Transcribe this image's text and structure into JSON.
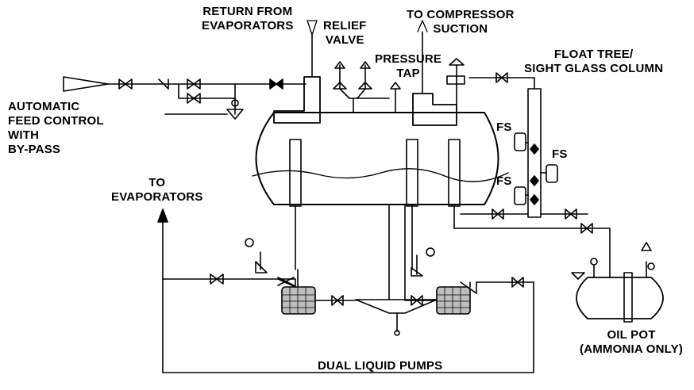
{
  "labels": {
    "return_from_evaporators": [
      "RETURN FROM",
      "EVAPORATORS"
    ],
    "relief_valve": [
      "RELIEF",
      "VALVE"
    ],
    "to_compressor_suction": [
      "TO COMPRESSOR",
      "SUCTION"
    ],
    "pressure_tap": [
      "PRESSURE",
      "TAP"
    ],
    "float_tree": [
      "FLOAT TREE/",
      "SIGHT GLASS COLUMN"
    ],
    "automatic_feed_control": [
      "AUTOMATIC",
      "FEED CONTROL",
      "WITH",
      "BY-PASS"
    ],
    "to_evaporators": [
      "TO",
      "EVAPORATORS"
    ],
    "fs_left_upper": "FS",
    "fs_right": "FS",
    "fs_left_lower": "FS",
    "oil_pot": [
      "OIL POT",
      "(AMMONIA ONLY)"
    ],
    "dual_liquid_pumps": "DUAL LIQUID PUMPS"
  },
  "colors": {
    "ink": "#000000",
    "paper": "#ffffff",
    "fill_gray": "#bdbdbd"
  }
}
